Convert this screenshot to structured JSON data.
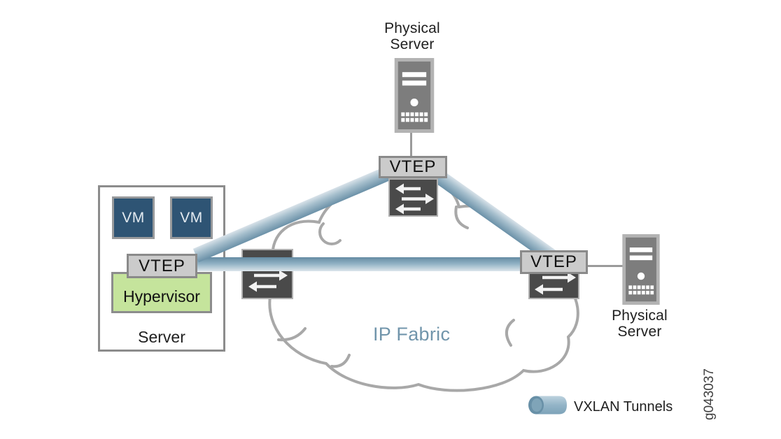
{
  "nodes": {
    "top_server": {
      "label": "Physical Server"
    },
    "right_server": {
      "label": "Physical Server"
    },
    "server_box": {
      "label": "Server",
      "vms": [
        "VM",
        "VM"
      ],
      "vtep_label": "VTEP",
      "hypervisor_label": "Hypervisor"
    },
    "top_vtep": {
      "label": "VTEP"
    },
    "right_vtep": {
      "label": "VTEP"
    },
    "ip_fabric": {
      "label": "IP Fabric"
    }
  },
  "legend": {
    "vxlan_label": "VXLAN Tunnels"
  },
  "figure_id": "g043037",
  "colors": {
    "vxlan_tunnel_dark": "#6b91a8",
    "vxlan_tunnel_light": "#dde6ec",
    "vtep_fill": "#cbcbcb",
    "box_border": "#8a8a8a",
    "switch_fill": "#4a4a4a",
    "vm_fill": "#2e5474",
    "hypervisor_fill": "#c5e49c",
    "cloud_stroke": "#a8a8a8",
    "ip_fabric_text": "#7195ab",
    "server_icon_body": "#7d7d7d",
    "server_icon_frame": "#b3b3b3",
    "connector_gray": "#9a9a9a"
  }
}
